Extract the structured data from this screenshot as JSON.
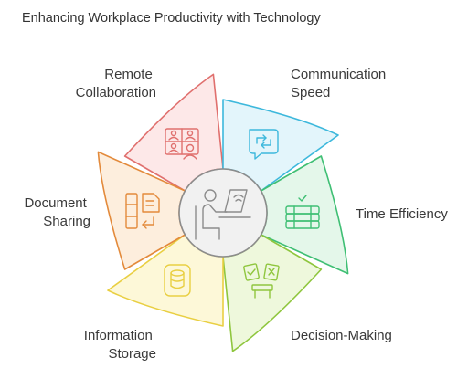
{
  "title": "Enhancing Workplace Productivity with Technology",
  "center_icon": "person-at-laptop-icon",
  "segments": [
    {
      "label_lines": [
        "Remote",
        "Collaboration"
      ],
      "icon": "video-call-icon",
      "fill": "#fde8e8",
      "stroke": "#e0706e"
    },
    {
      "label_lines": [
        "Communication",
        "Speed"
      ],
      "icon": "chat-sync-icon",
      "fill": "#e3f5fb",
      "stroke": "#3db8dc"
    },
    {
      "label_lines": [
        "Time Efficiency"
      ],
      "icon": "database-check-icon",
      "fill": "#e4f7ea",
      "stroke": "#3fbf74"
    },
    {
      "label_lines": [
        "Decision-Making"
      ],
      "icon": "decision-cards-icon",
      "fill": "#eef8dc",
      "stroke": "#8fc63e"
    },
    {
      "label_lines": [
        "Information",
        "Storage"
      ],
      "icon": "storage-icon",
      "fill": "#fdf8d8",
      "stroke": "#e9cf42"
    },
    {
      "label_lines": [
        "Document",
        "Sharing"
      ],
      "icon": "document-transfer-icon",
      "fill": "#fdeedd",
      "stroke": "#e38a3b"
    }
  ]
}
